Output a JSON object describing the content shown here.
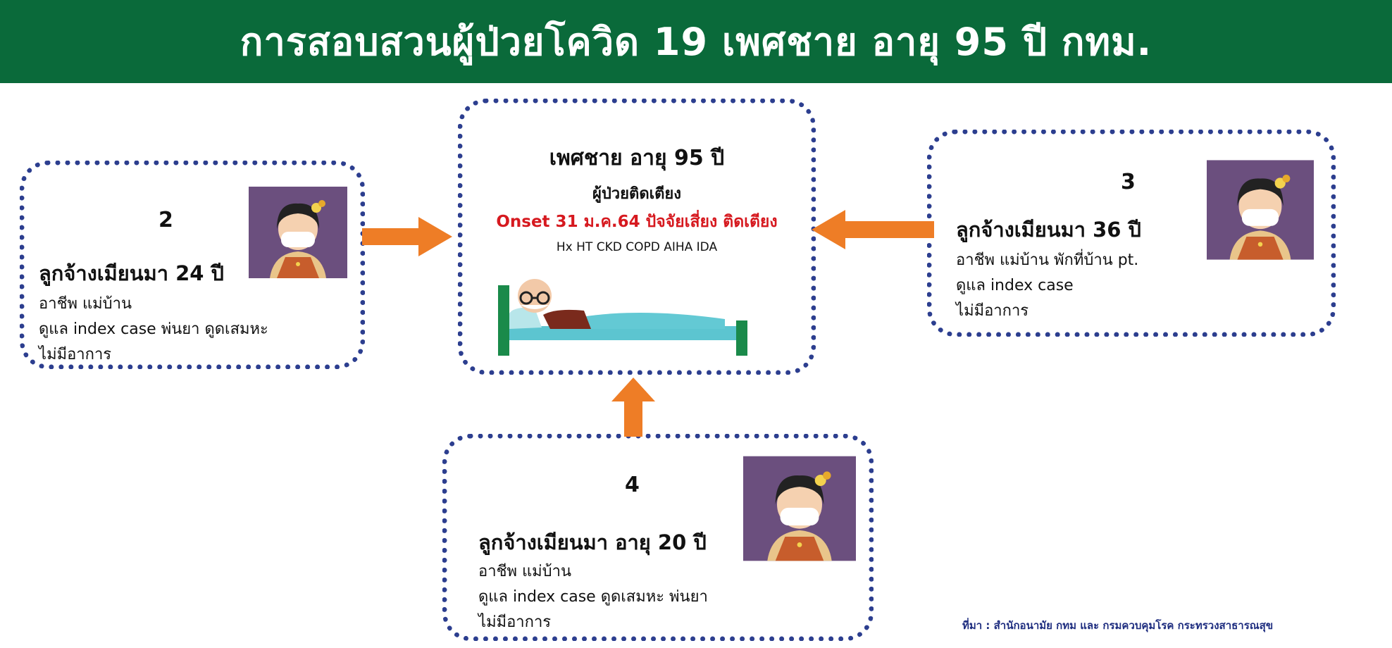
{
  "header": {
    "title": "การสอบสวนผู้ป่วยโควิด 19 เพศชาย อายุ 95 ปี กทม."
  },
  "center": {
    "title": "เพศชาย อายุ 95 ปี",
    "subtitle": "ผู้ป่วยติดเตียง",
    "onset": "Onset 31 ม.ค.64 ปัจจัยเสี่ยง ติดเตียง",
    "history": "Hx HT CKD COPD AIHA IDA",
    "onset_color": "#d6191f"
  },
  "contacts": [
    {
      "number": "2",
      "title": "ลูกจ้างเมียนมา 24 ปี",
      "lines": [
        "อาชีพ แม่บ้าน",
        "ดูแล index case พ่นยา ดูดเสมหะ",
        "ไม่มีอาการ"
      ]
    },
    {
      "number": "3",
      "title": "ลูกจ้างเมียนมา 36 ปี",
      "lines": [
        "อาชีพ แม่บ้าน พักที่บ้าน pt.",
        "ดูแล index case",
        "ไม่มีอาการ"
      ]
    },
    {
      "number": "4",
      "title": "ลูกจ้างเมียนมา อายุ 20 ปี",
      "lines": [
        "อาชีพ แม่บ้าน",
        "ดูแล index case ดูดเสมหะ พ่นยา",
        "ไม่มีอาการ"
      ]
    }
  ],
  "source": "ที่มา : สำนักอนามัย กทม และ กรมควบคุมโรค กระทรวงสาธารณสุข",
  "colors": {
    "header": "#0a6a3a",
    "border": "#2c3e8f",
    "arrow": "#ee7d26"
  },
  "icons": {
    "contact": "masked-woman-avatar",
    "patient": "bedridden-elderly-man"
  }
}
